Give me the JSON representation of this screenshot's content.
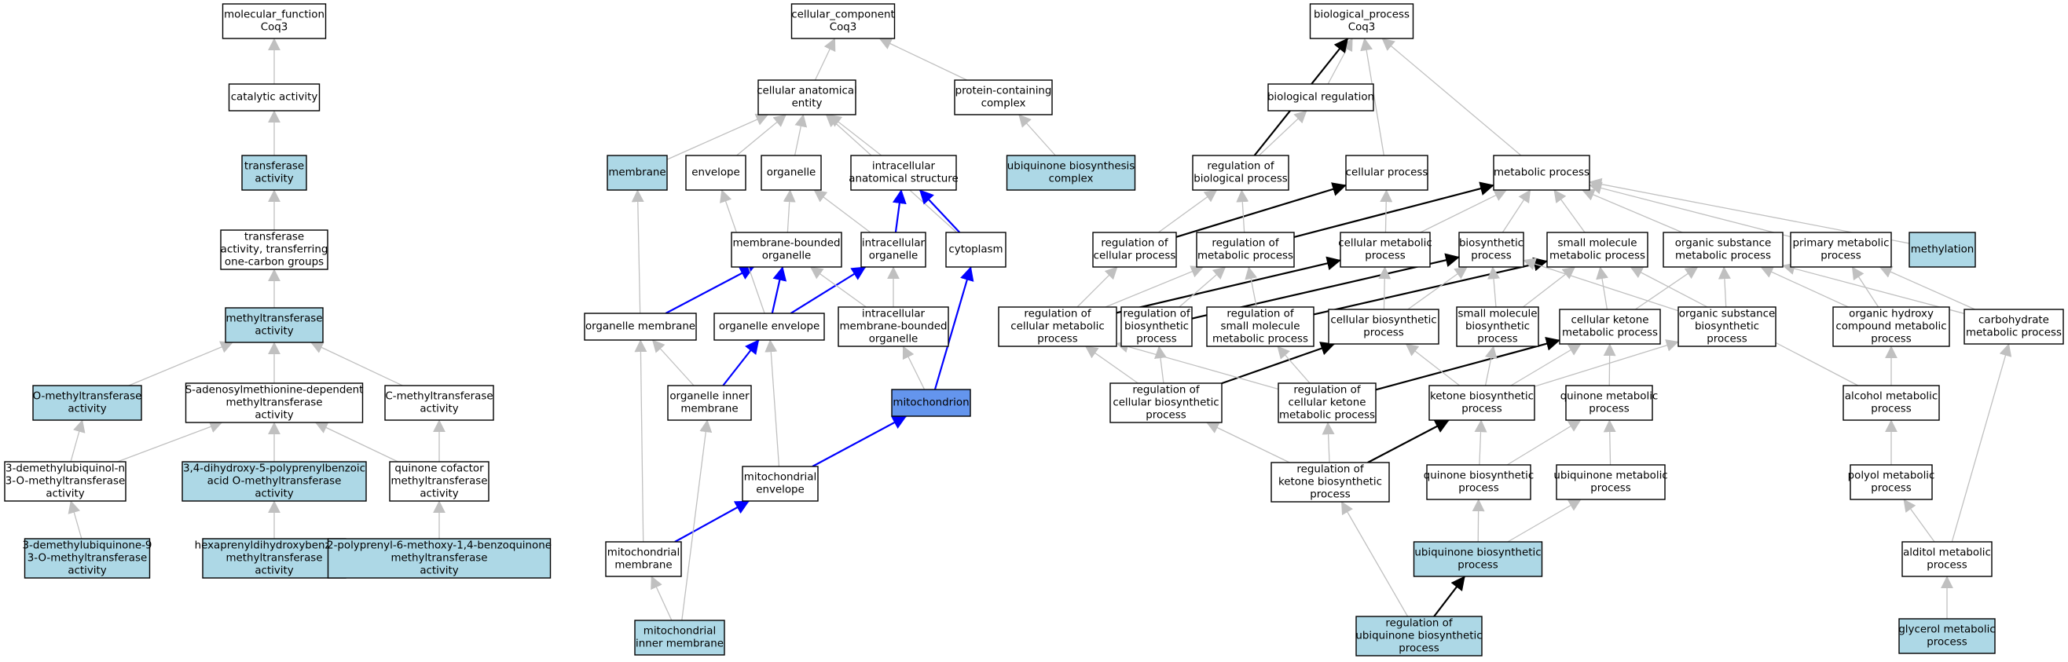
{
  "colors": {
    "plain": "#ffffff",
    "highlight": "#add8e6",
    "focus": "#6495ed",
    "edge_gray": "#c0c0c0",
    "edge_blue": "#0000ff",
    "edge_black": "#000000"
  },
  "nodes": [
    {
      "id": "mf",
      "lines": [
        "molecular_function",
        "Coq3"
      ],
      "fill": "plain"
    },
    {
      "id": "cat",
      "lines": [
        "catalytic activity"
      ],
      "fill": "plain"
    },
    {
      "id": "trans",
      "lines": [
        "transferase",
        "activity"
      ],
      "fill": "highlight"
    },
    {
      "id": "tone",
      "lines": [
        "transferase",
        "activity, transferring",
        "one-carbon groups"
      ],
      "fill": "plain"
    },
    {
      "id": "mt",
      "lines": [
        "methyltransferase",
        "activity"
      ],
      "fill": "highlight"
    },
    {
      "id": "omt",
      "lines": [
        "O-methyltransferase",
        "activity"
      ],
      "fill": "highlight"
    },
    {
      "id": "sam",
      "lines": [
        "S-adenosylmethionine-dependent",
        "methyltransferase",
        "activity"
      ],
      "fill": "plain"
    },
    {
      "id": "cmt",
      "lines": [
        "C-methyltransferase",
        "activity"
      ],
      "fill": "plain"
    },
    {
      "id": "dmq",
      "lines": [
        "3-demethylubiquinol-n",
        "3-O-methyltransferase",
        "activity"
      ],
      "fill": "plain"
    },
    {
      "id": "dhp",
      "lines": [
        "3,4-dihydroxy-5-polyprenylbenzoic",
        "acid O-methyltransferase",
        "activity"
      ],
      "fill": "highlight"
    },
    {
      "id": "qcm",
      "lines": [
        "quinone cofactor",
        "methyltransferase",
        "activity"
      ],
      "fill": "plain"
    },
    {
      "id": "dmq9",
      "lines": [
        "3-demethylubiquinone-9",
        "3-O-methyltransferase",
        "activity"
      ],
      "fill": "highlight"
    },
    {
      "id": "hex",
      "lines": [
        "hexaprenyldihydroxybenzoate",
        "methyltransferase",
        "activity"
      ],
      "fill": "highlight"
    },
    {
      "id": "ppm",
      "lines": [
        "2-polyprenyl-6-methoxy-1,4-benzoquinone",
        "methyltransferase",
        "activity"
      ],
      "fill": "highlight"
    },
    {
      "id": "cc",
      "lines": [
        "cellular_component",
        "Coq3"
      ],
      "fill": "plain"
    },
    {
      "id": "cae",
      "lines": [
        "cellular anatomical",
        "entity"
      ],
      "fill": "plain"
    },
    {
      "id": "pcc",
      "lines": [
        "protein-containing",
        "complex"
      ],
      "fill": "plain"
    },
    {
      "id": "ubc",
      "lines": [
        "ubiquinone biosynthesis",
        "complex"
      ],
      "fill": "highlight"
    },
    {
      "id": "mem",
      "lines": [
        "membrane"
      ],
      "fill": "highlight"
    },
    {
      "id": "env",
      "lines": [
        "envelope"
      ],
      "fill": "plain"
    },
    {
      "id": "org",
      "lines": [
        "organelle"
      ],
      "fill": "plain"
    },
    {
      "id": "ias",
      "lines": [
        "intracellular",
        "anatomical structure"
      ],
      "fill": "plain"
    },
    {
      "id": "mbo",
      "lines": [
        "membrane-bounded",
        "organelle"
      ],
      "fill": "plain"
    },
    {
      "id": "io",
      "lines": [
        "intracellular",
        "organelle"
      ],
      "fill": "plain"
    },
    {
      "id": "cyt",
      "lines": [
        "cytoplasm"
      ],
      "fill": "plain"
    },
    {
      "id": "om",
      "lines": [
        "organelle membrane"
      ],
      "fill": "plain"
    },
    {
      "id": "oe",
      "lines": [
        "organelle envelope"
      ],
      "fill": "plain"
    },
    {
      "id": "imbo",
      "lines": [
        "intracellular",
        "membrane-bounded",
        "organelle"
      ],
      "fill": "plain"
    },
    {
      "id": "oim",
      "lines": [
        "organelle inner",
        "membrane"
      ],
      "fill": "plain"
    },
    {
      "id": "mito",
      "lines": [
        "mitochondrion"
      ],
      "fill": "focus"
    },
    {
      "id": "me",
      "lines": [
        "mitochondrial",
        "envelope"
      ],
      "fill": "plain"
    },
    {
      "id": "mm",
      "lines": [
        "mitochondrial",
        "membrane"
      ],
      "fill": "plain"
    },
    {
      "id": "mim",
      "lines": [
        "mitochondrial",
        "inner membrane"
      ],
      "fill": "highlight"
    },
    {
      "id": "bp",
      "lines": [
        "biological_process",
        "Coq3"
      ],
      "fill": "plain"
    },
    {
      "id": "breg",
      "lines": [
        "biological regulation"
      ],
      "fill": "plain"
    },
    {
      "id": "rbp",
      "lines": [
        "regulation of",
        "biological process"
      ],
      "fill": "plain"
    },
    {
      "id": "cp",
      "lines": [
        "cellular process"
      ],
      "fill": "plain"
    },
    {
      "id": "mp",
      "lines": [
        "metabolic process"
      ],
      "fill": "plain"
    },
    {
      "id": "rcp",
      "lines": [
        "regulation of",
        "cellular process"
      ],
      "fill": "plain"
    },
    {
      "id": "rmp",
      "lines": [
        "regulation of",
        "metabolic process"
      ],
      "fill": "plain"
    },
    {
      "id": "cmp",
      "lines": [
        "cellular metabolic",
        "process"
      ],
      "fill": "plain"
    },
    {
      "id": "bsp",
      "lines": [
        "biosynthetic",
        "process"
      ],
      "fill": "plain"
    },
    {
      "id": "smmp",
      "lines": [
        "small molecule",
        "metabolic process"
      ],
      "fill": "plain"
    },
    {
      "id": "osmp",
      "lines": [
        "organic substance",
        "metabolic process"
      ],
      "fill": "plain"
    },
    {
      "id": "pmp",
      "lines": [
        "primary metabolic",
        "process"
      ],
      "fill": "plain"
    },
    {
      "id": "meth",
      "lines": [
        "methylation"
      ],
      "fill": "highlight"
    },
    {
      "id": "rcmp",
      "lines": [
        "regulation of",
        "cellular metabolic",
        "process"
      ],
      "fill": "plain"
    },
    {
      "id": "rbsp",
      "lines": [
        "regulation of",
        "biosynthetic",
        "process"
      ],
      "fill": "plain"
    },
    {
      "id": "rsmmp",
      "lines": [
        "regulation of",
        "small molecule",
        "metabolic process"
      ],
      "fill": "plain"
    },
    {
      "id": "cbp",
      "lines": [
        "cellular biosynthetic",
        "process"
      ],
      "fill": "plain"
    },
    {
      "id": "smbp",
      "lines": [
        "small molecule",
        "biosynthetic",
        "process"
      ],
      "fill": "plain"
    },
    {
      "id": "ckmp",
      "lines": [
        "cellular ketone",
        "metabolic process"
      ],
      "fill": "plain"
    },
    {
      "id": "osbp",
      "lines": [
        "organic substance",
        "biosynthetic",
        "process"
      ],
      "fill": "plain"
    },
    {
      "id": "ohcmp",
      "lines": [
        "organic hydroxy",
        "compound metabolic",
        "process"
      ],
      "fill": "plain"
    },
    {
      "id": "chmp",
      "lines": [
        "carbohydrate",
        "metabolic process"
      ],
      "fill": "plain"
    },
    {
      "id": "rcbp",
      "lines": [
        "regulation of",
        "cellular biosynthetic",
        "process"
      ],
      "fill": "plain"
    },
    {
      "id": "rckmp",
      "lines": [
        "regulation of",
        "cellular ketone",
        "metabolic process"
      ],
      "fill": "plain"
    },
    {
      "id": "kbp",
      "lines": [
        "ketone biosynthetic",
        "process"
      ],
      "fill": "plain"
    },
    {
      "id": "qmp",
      "lines": [
        "quinone metabolic",
        "process"
      ],
      "fill": "plain"
    },
    {
      "id": "amp",
      "lines": [
        "alcohol metabolic",
        "process"
      ],
      "fill": "plain"
    },
    {
      "id": "rkbp",
      "lines": [
        "regulation of",
        "ketone biosynthetic",
        "process"
      ],
      "fill": "plain"
    },
    {
      "id": "qbp",
      "lines": [
        "quinone biosynthetic",
        "process"
      ],
      "fill": "plain"
    },
    {
      "id": "ump",
      "lines": [
        "ubiquinone metabolic",
        "process"
      ],
      "fill": "plain"
    },
    {
      "id": "polmp",
      "lines": [
        "polyol metabolic",
        "process"
      ],
      "fill": "plain"
    },
    {
      "id": "ubp",
      "lines": [
        "ubiquinone biosynthetic",
        "process"
      ],
      "fill": "highlight"
    },
    {
      "id": "admp",
      "lines": [
        "alditol metabolic",
        "process"
      ],
      "fill": "plain"
    },
    {
      "id": "rubp",
      "lines": [
        "regulation of",
        "ubiquinone biosynthetic",
        "process"
      ],
      "fill": "highlight"
    },
    {
      "id": "gmp",
      "lines": [
        "glycerol metabolic",
        "process"
      ],
      "fill": "highlight"
    }
  ],
  "edges": [
    {
      "from": "cat",
      "to": "mf",
      "color": "edge_gray"
    },
    {
      "from": "trans",
      "to": "cat",
      "color": "edge_gray"
    },
    {
      "from": "tone",
      "to": "trans",
      "color": "edge_gray"
    },
    {
      "from": "mt",
      "to": "tone",
      "color": "edge_gray"
    },
    {
      "from": "omt",
      "to": "mt",
      "color": "edge_gray"
    },
    {
      "from": "sam",
      "to": "mt",
      "color": "edge_gray"
    },
    {
      "from": "cmt",
      "to": "mt",
      "color": "edge_gray"
    },
    {
      "from": "dmq",
      "to": "omt",
      "color": "edge_gray"
    },
    {
      "from": "dmq",
      "to": "sam",
      "color": "edge_gray"
    },
    {
      "from": "dhp",
      "to": "sam",
      "color": "edge_gray"
    },
    {
      "from": "qcm",
      "to": "sam",
      "color": "edge_gray"
    },
    {
      "from": "qcm",
      "to": "cmt",
      "color": "edge_gray"
    },
    {
      "from": "dmq9",
      "to": "dmq",
      "color": "edge_gray"
    },
    {
      "from": "hex",
      "to": "dhp",
      "color": "edge_gray"
    },
    {
      "from": "ppm",
      "to": "qcm",
      "color": "edge_gray"
    },
    {
      "from": "cae",
      "to": "cc",
      "color": "edge_gray"
    },
    {
      "from": "pcc",
      "to": "cc",
      "color": "edge_gray"
    },
    {
      "from": "ubc",
      "to": "pcc",
      "color": "edge_gray"
    },
    {
      "from": "mem",
      "to": "cae",
      "color": "edge_gray"
    },
    {
      "from": "env",
      "to": "cae",
      "color": "edge_gray"
    },
    {
      "from": "org",
      "to": "cae",
      "color": "edge_gray"
    },
    {
      "from": "ias",
      "to": "cae",
      "color": "edge_gray"
    },
    {
      "from": "cyt",
      "to": "cae",
      "color": "edge_gray"
    },
    {
      "from": "mbo",
      "to": "org",
      "color": "edge_gray"
    },
    {
      "from": "io",
      "to": "org",
      "color": "edge_gray"
    },
    {
      "from": "io",
      "to": "ias",
      "color": "edge_blue"
    },
    {
      "from": "cyt",
      "to": "ias",
      "color": "edge_blue"
    },
    {
      "from": "om",
      "to": "mem",
      "color": "edge_gray"
    },
    {
      "from": "om",
      "to": "mbo",
      "color": "edge_blue"
    },
    {
      "from": "oe",
      "to": "env",
      "color": "edge_gray"
    },
    {
      "from": "oe",
      "to": "mbo",
      "color": "edge_blue"
    },
    {
      "from": "oe",
      "to": "io",
      "color": "edge_blue"
    },
    {
      "from": "imbo",
      "to": "mbo",
      "color": "edge_gray"
    },
    {
      "from": "imbo",
      "to": "io",
      "color": "edge_gray"
    },
    {
      "from": "oim",
      "to": "om",
      "color": "edge_gray"
    },
    {
      "from": "oim",
      "to": "oe",
      "color": "edge_blue"
    },
    {
      "from": "mito",
      "to": "imbo",
      "color": "edge_gray"
    },
    {
      "from": "mito",
      "to": "cyt",
      "color": "edge_blue"
    },
    {
      "from": "me",
      "to": "oe",
      "color": "edge_gray"
    },
    {
      "from": "me",
      "to": "mito",
      "color": "edge_blue"
    },
    {
      "from": "mm",
      "to": "om",
      "color": "edge_gray"
    },
    {
      "from": "mm",
      "to": "me",
      "color": "edge_blue"
    },
    {
      "from": "mim",
      "to": "oim",
      "color": "edge_gray"
    },
    {
      "from": "mim",
      "to": "mm",
      "color": "edge_gray"
    },
    {
      "from": "breg",
      "to": "bp",
      "color": "edge_gray"
    },
    {
      "from": "rbp",
      "to": "breg",
      "color": "edge_gray"
    },
    {
      "from": "rbp",
      "to": "bp",
      "color": "edge_black"
    },
    {
      "from": "cp",
      "to": "bp",
      "color": "edge_gray"
    },
    {
      "from": "mp",
      "to": "bp",
      "color": "edge_gray"
    },
    {
      "from": "rcp",
      "to": "rbp",
      "color": "edge_gray"
    },
    {
      "from": "rcp",
      "to": "cp",
      "color": "edge_black"
    },
    {
      "from": "rmp",
      "to": "rbp",
      "color": "edge_gray"
    },
    {
      "from": "rmp",
      "to": "mp",
      "color": "edge_black"
    },
    {
      "from": "cmp",
      "to": "cp",
      "color": "edge_gray"
    },
    {
      "from": "cmp",
      "to": "mp",
      "color": "edge_gray"
    },
    {
      "from": "bsp",
      "to": "mp",
      "color": "edge_gray"
    },
    {
      "from": "smmp",
      "to": "mp",
      "color": "edge_gray"
    },
    {
      "from": "osmp",
      "to": "mp",
      "color": "edge_gray"
    },
    {
      "from": "pmp",
      "to": "mp",
      "color": "edge_gray"
    },
    {
      "from": "meth",
      "to": "mp",
      "color": "edge_gray"
    },
    {
      "from": "rcmp",
      "to": "rcp",
      "color": "edge_gray"
    },
    {
      "from": "rcmp",
      "to": "rmp",
      "color": "edge_gray"
    },
    {
      "from": "rcmp",
      "to": "cmp",
      "color": "edge_black"
    },
    {
      "from": "rbsp",
      "to": "rmp",
      "color": "edge_gray"
    },
    {
      "from": "rbsp",
      "to": "bsp",
      "color": "edge_black"
    },
    {
      "from": "rsmmp",
      "to": "rmp",
      "color": "edge_gray"
    },
    {
      "from": "rsmmp",
      "to": "smmp",
      "color": "edge_black"
    },
    {
      "from": "cbp",
      "to": "cmp",
      "color": "edge_gray"
    },
    {
      "from": "cbp",
      "to": "bsp",
      "color": "edge_gray"
    },
    {
      "from": "smbp",
      "to": "bsp",
      "color": "edge_gray"
    },
    {
      "from": "smbp",
      "to": "smmp",
      "color": "edge_gray"
    },
    {
      "from": "ckmp",
      "to": "smmp",
      "color": "edge_gray"
    },
    {
      "from": "ckmp",
      "to": "osmp",
      "color": "edge_gray"
    },
    {
      "from": "osbp",
      "to": "bsp",
      "color": "edge_gray"
    },
    {
      "from": "osbp",
      "to": "osmp",
      "color": "edge_gray"
    },
    {
      "from": "ohcmp",
      "to": "osmp",
      "color": "edge_gray"
    },
    {
      "from": "ohcmp",
      "to": "pmp",
      "color": "edge_gray"
    },
    {
      "from": "chmp",
      "to": "pmp",
      "color": "edge_gray"
    },
    {
      "from": "chmp",
      "to": "osmp",
      "color": "edge_gray"
    },
    {
      "from": "rcbp",
      "to": "rcmp",
      "color": "edge_gray"
    },
    {
      "from": "rcbp",
      "to": "rbsp",
      "color": "edge_gray"
    },
    {
      "from": "rcbp",
      "to": "cbp",
      "color": "edge_black"
    },
    {
      "from": "rckmp",
      "to": "rcmp",
      "color": "edge_gray"
    },
    {
      "from": "rckmp",
      "to": "rsmmp",
      "color": "edge_gray"
    },
    {
      "from": "rckmp",
      "to": "ckmp",
      "color": "edge_black"
    },
    {
      "from": "kbp",
      "to": "cbp",
      "color": "edge_gray"
    },
    {
      "from": "kbp",
      "to": "smbp",
      "color": "edge_gray"
    },
    {
      "from": "kbp",
      "to": "ckmp",
      "color": "edge_gray"
    },
    {
      "from": "kbp",
      "to": "osbp",
      "color": "edge_gray"
    },
    {
      "from": "qmp",
      "to": "ckmp",
      "color": "edge_gray"
    },
    {
      "from": "amp",
      "to": "ohcmp",
      "color": "edge_gray"
    },
    {
      "from": "amp",
      "to": "smmp",
      "color": "edge_gray"
    },
    {
      "from": "rkbp",
      "to": "rcbp",
      "color": "edge_gray"
    },
    {
      "from": "rkbp",
      "to": "rckmp",
      "color": "edge_gray"
    },
    {
      "from": "rkbp",
      "to": "kbp",
      "color": "edge_black"
    },
    {
      "from": "qbp",
      "to": "kbp",
      "color": "edge_gray"
    },
    {
      "from": "qbp",
      "to": "qmp",
      "color": "edge_gray"
    },
    {
      "from": "ump",
      "to": "qmp",
      "color": "edge_gray"
    },
    {
      "from": "polmp",
      "to": "amp",
      "color": "edge_gray"
    },
    {
      "from": "ubp",
      "to": "qbp",
      "color": "edge_gray"
    },
    {
      "from": "ubp",
      "to": "ump",
      "color": "edge_gray"
    },
    {
      "from": "admp",
      "to": "polmp",
      "color": "edge_gray"
    },
    {
      "from": "admp",
      "to": "chmp",
      "color": "edge_gray"
    },
    {
      "from": "rubp",
      "to": "rkbp",
      "color": "edge_gray"
    },
    {
      "from": "rubp",
      "to": "ubp",
      "color": "edge_black"
    },
    {
      "from": "gmp",
      "to": "admp",
      "color": "edge_gray"
    }
  ]
}
